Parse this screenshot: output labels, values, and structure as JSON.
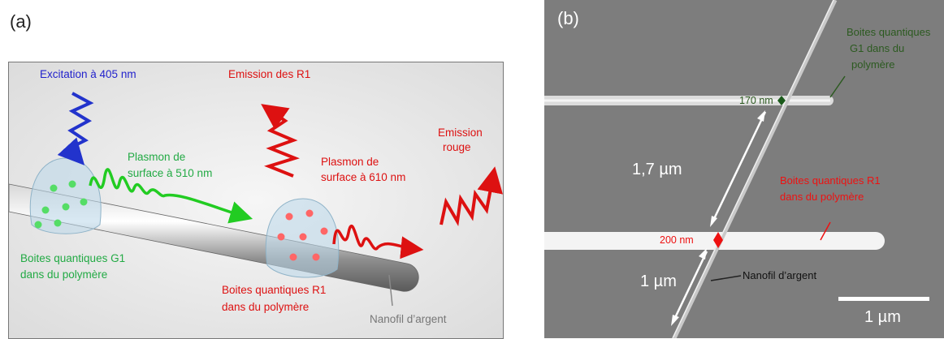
{
  "panel_a": {
    "label": "(a)",
    "excitation": "Excitation à 405 nm",
    "emission_r1": "Emission des R1",
    "emission_rouge": [
      "Emission",
      "rouge"
    ],
    "plasmon_green": [
      "Plasmon de",
      "surface à 510 nm"
    ],
    "plasmon_red": [
      "Plasmon de",
      "surface à 610 nm"
    ],
    "qd_g1": [
      "Boites quantiques G1",
      "dans du polymère"
    ],
    "qd_r1": [
      "Boites quantiques R1",
      "dans du polymère"
    ],
    "nanowire": "Nanofil d’argent",
    "colors": {
      "blue": "#2222cc",
      "green": "#22aa44",
      "red": "#dd1111"
    }
  },
  "panel_b": {
    "label": "(b)",
    "qd_g1": [
      "Boites quantiques",
      "G1 dans du",
      "polymère"
    ],
    "qd_r1": [
      "Boites quantiques R1",
      "dans du polymère"
    ],
    "width_top": "170 nm",
    "width_bottom": "200 nm",
    "distance_1": "1,7 µm",
    "distance_2": "1 µm",
    "nanowire": "Nanofil d’argent",
    "scalebar": "1 µm"
  }
}
